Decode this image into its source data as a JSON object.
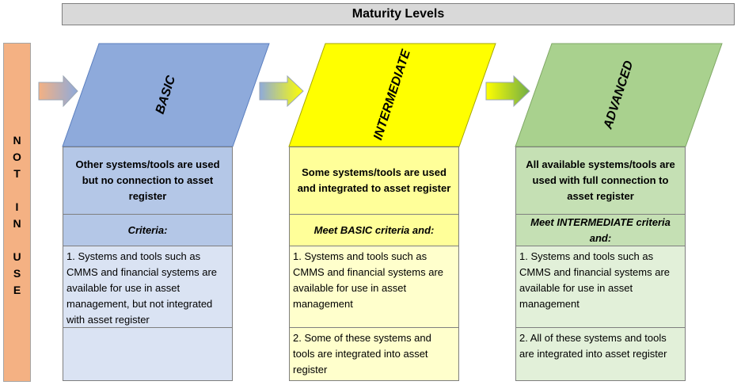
{
  "title": "Maturity Levels",
  "side_label_letters": [
    "N",
    "O",
    "T",
    "",
    "I",
    "N",
    "",
    "U",
    "S",
    "E"
  ],
  "colors": {
    "basic_head": "#8eaadb",
    "basic_header": "#b4c7e7",
    "basic_body": "#dae3f3",
    "intermediate_head": "#ffff00",
    "intermediate_header": "#ffff99",
    "intermediate_body": "#ffffcc",
    "advanced_head": "#a9d18e",
    "advanced_header": "#c5e0b4",
    "advanced_body": "#e2f0d9",
    "not_in_use": "#f4b183"
  },
  "levels": [
    {
      "name": "BASIC",
      "description": "Other systems/tools are used but no connection to asset register",
      "criteria": "Criteria:",
      "items": [
        "1. Systems and tools such as CMMS and financial systems are available for use in asset management, but not integrated with asset register",
        ""
      ]
    },
    {
      "name": "INTERMEDIATE",
      "description": "Some systems/tools are used and integrated to asset register",
      "criteria": "Meet BASIC criteria and:",
      "items": [
        "1. Systems and tools such as CMMS and financial systems are available for use in asset management",
        "2. Some of these systems and tools are integrated into asset register"
      ]
    },
    {
      "name": "ADVANCED",
      "description": "All available systems/tools are used with full connection to asset register",
      "criteria": "Meet INTERMEDIATE criteria and:",
      "items": [
        "1. Systems and tools such as CMMS and financial systems are available for use in asset management",
        "2. All of these systems and tools are integrated into asset register"
      ]
    }
  ]
}
